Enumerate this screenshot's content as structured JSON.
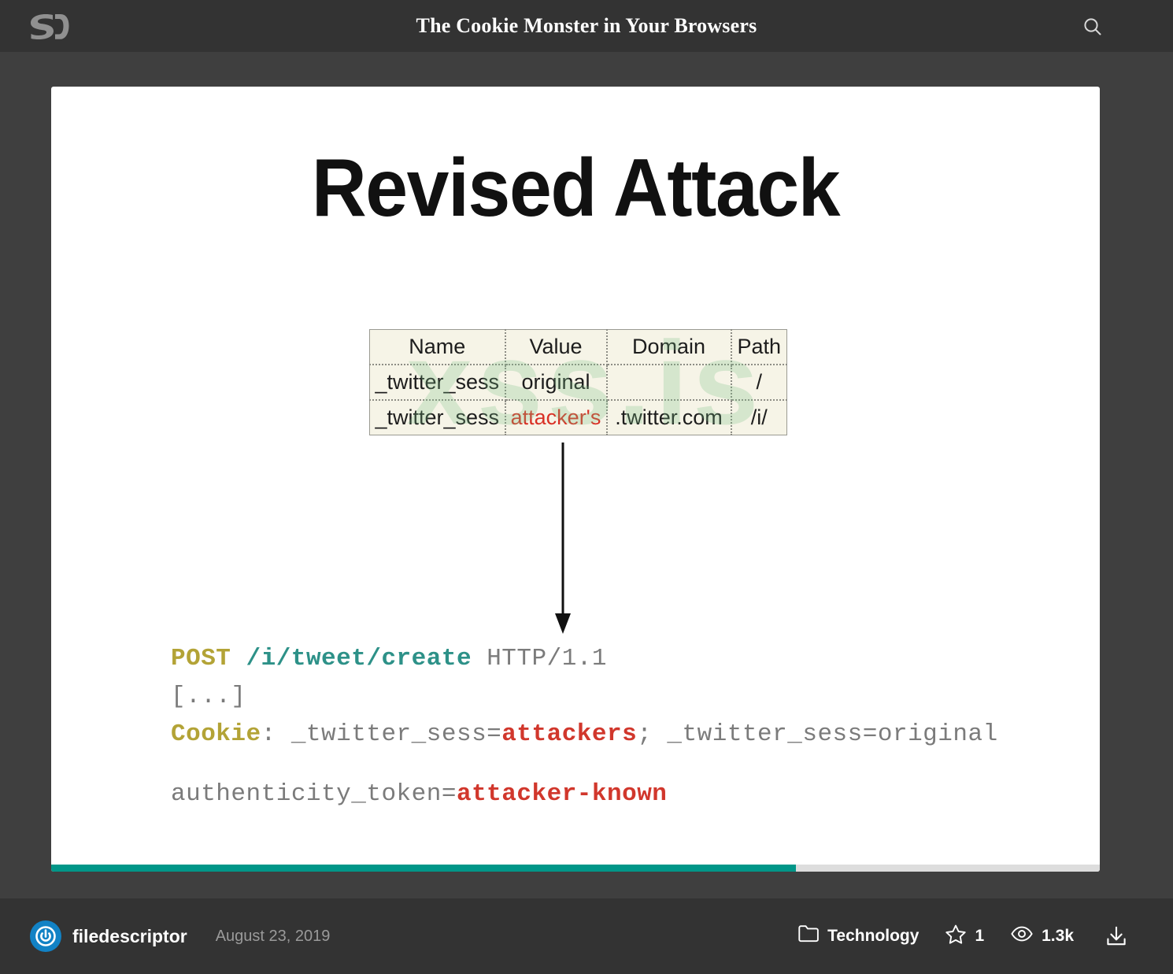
{
  "topbar": {
    "logo_name": "slideshare-logo",
    "title": "The Cookie Monster in Your Browsers",
    "search_icon": "search-icon"
  },
  "slide": {
    "title": "Revised Attack",
    "watermark": "xss.is",
    "arrow_icon": "down-arrow",
    "cookie_table": {
      "headers": [
        "Name",
        "Value",
        "Domain",
        "Path"
      ],
      "rows": [
        {
          "name": "_twitter_sess",
          "value": "original",
          "domain": "",
          "path": "/",
          "value_danger": false
        },
        {
          "name": "_twitter_sess",
          "value": "attacker's",
          "domain": ".twitter.com",
          "path": "/i/",
          "value_danger": true
        }
      ]
    },
    "code": {
      "line1_method": "POST",
      "line1_path": "/i/tweet/create",
      "line1_version": "HTTP/1.1",
      "line2": "[...]",
      "line3_header": "Cookie",
      "line3_sep": ": _twitter_sess=",
      "line3_danger": "attackers",
      "line3_tail": "; _twitter_sess=original",
      "line4_key": "authenticity_token=",
      "line4_danger": "attacker-known"
    },
    "progress_percent": 71,
    "progress_fill_color": "#009688",
    "progress_track_color": "#dddddd"
  },
  "bottombar": {
    "avatar_icon": "power-avatar-icon",
    "author": "filedescriptor",
    "date": "August 23, 2019",
    "category_icon": "folder-icon",
    "category": "Technology",
    "star_icon": "star-icon",
    "star_count": "1",
    "views_icon": "eye-icon",
    "views_count": "1.3k",
    "download_icon": "download-icon"
  }
}
